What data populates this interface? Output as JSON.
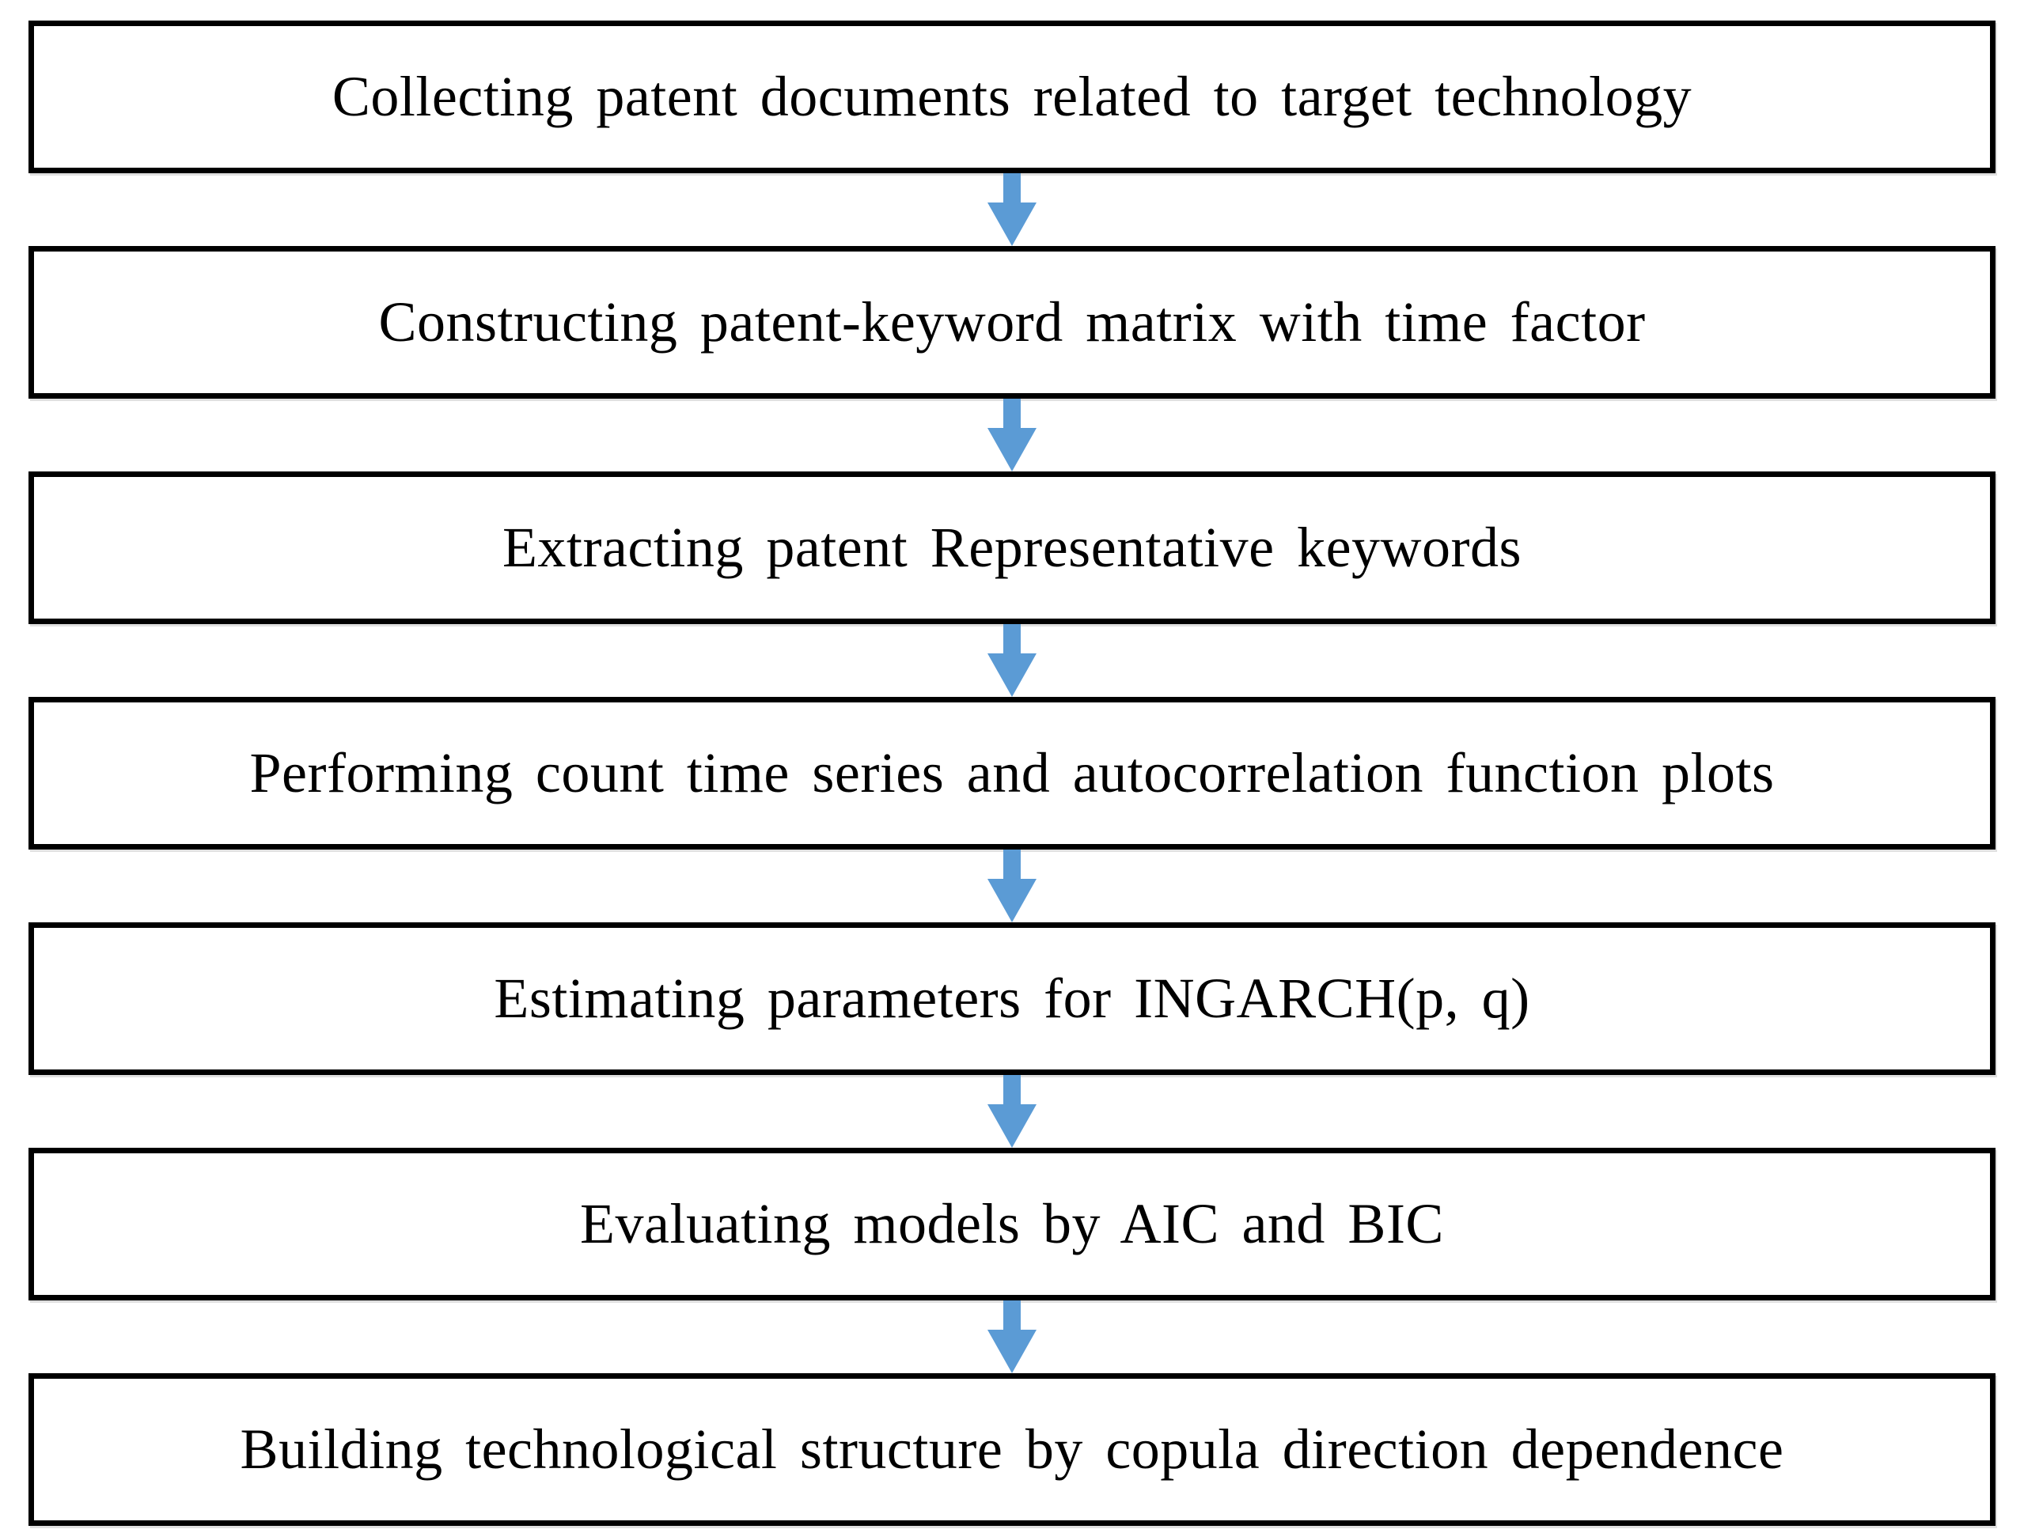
{
  "diagram": {
    "type": "flowchart",
    "direction": "top-down",
    "background_color": "#FFFFFF",
    "box_border_color": "#000000",
    "box_fill_color": "#FFFFFF",
    "text_color": "#000000",
    "arrow_color": "#5B9BD5",
    "boxes": [
      {
        "label": "Collecting patent documents related to target technology"
      },
      {
        "label": "Constructing patent-keyword matrix with time factor"
      },
      {
        "label": "Extracting patent Representative keywords"
      },
      {
        "label": "Performing count time series and autocorrelation function plots"
      },
      {
        "label": "Estimating parameters for INGARCH(p, q)"
      },
      {
        "label": "Evaluating models by AIC and BIC"
      },
      {
        "label": "Building technological structure by copula direction dependence"
      }
    ]
  }
}
